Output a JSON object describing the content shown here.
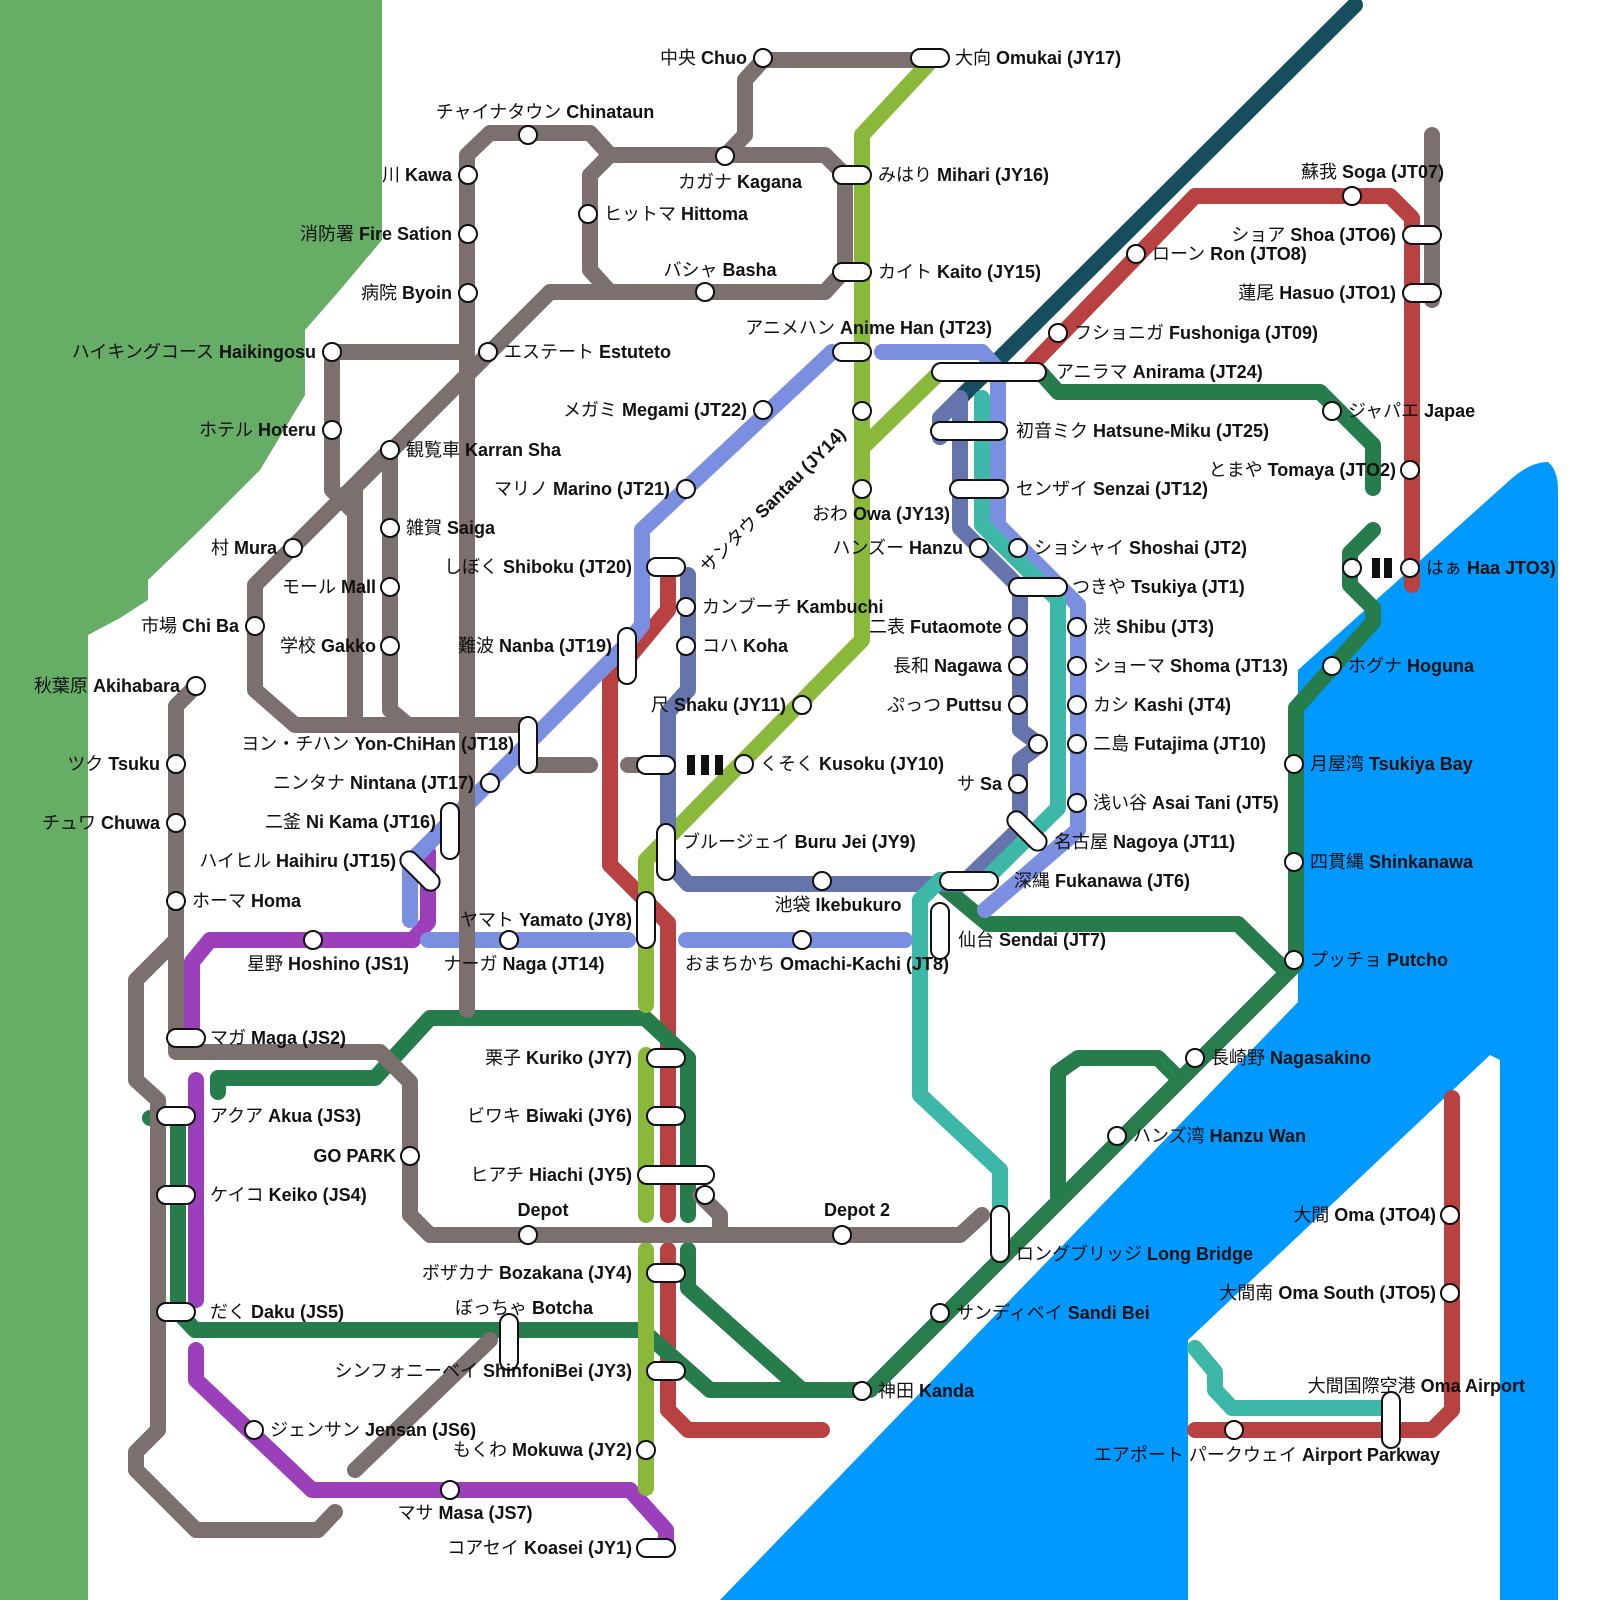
{
  "colors": {
    "land": "#66ad66",
    "water": "#0099ff",
    "brown": "#7b706d",
    "lime": "#8ab83b",
    "periwinkle": "#7b8fe0",
    "slate": "#6574ac",
    "teal": "#3db8a8",
    "red": "#b84242",
    "green": "#277c4c",
    "purple": "#9c3fbb",
    "navy": "#174e5f"
  },
  "stations": [
    {
      "jp": "中央",
      "en": "Chuo"
    },
    {
      "jp": "大向",
      "en": "Omukai (JY17)"
    },
    {
      "jp": "チャイナタウン",
      "en": "Chinataun"
    },
    {
      "jp": "川",
      "en": "Kawa"
    },
    {
      "jp": "カガナ",
      "en": "Kagana"
    },
    {
      "jp": "みはり",
      "en": "Mihari (JY16)"
    },
    {
      "jp": "ヒットマ",
      "en": "Hittoma"
    },
    {
      "jp": "消防署",
      "en": "Fire Sation"
    },
    {
      "jp": "バシャ",
      "en": "Basha"
    },
    {
      "jp": "カイト",
      "en": "Kaito (JY15)"
    },
    {
      "jp": "病院",
      "en": "Byoin"
    },
    {
      "jp": "アニメハン",
      "en": "Anime Han (JT23)"
    },
    {
      "jp": "ハイキングコース",
      "en": "Haikingosu"
    },
    {
      "jp": "エステート",
      "en": "Estuteto"
    },
    {
      "jp": "メガミ",
      "en": "Megami (JT22)"
    },
    {
      "jp": "ホテル",
      "en": "Hoteru"
    },
    {
      "jp": "観覧車",
      "en": "Karran Sha"
    },
    {
      "jp": "マリノ",
      "en": "Marino (JT21)"
    },
    {
      "jp": "サンタウ",
      "en": "Santau (JY14)"
    },
    {
      "jp": "おわ",
      "en": "Owa (JY13)"
    },
    {
      "jp": "雑賀",
      "en": "Saiga"
    },
    {
      "jp": "村",
      "en": "Mura"
    },
    {
      "jp": "しぼく",
      "en": "Shiboku (JT20)"
    },
    {
      "jp": "モール",
      "en": "Mall"
    },
    {
      "jp": "カンブーチ",
      "en": "Kambuchi"
    },
    {
      "jp": "市場",
      "en": "Chi Ba"
    },
    {
      "jp": "学校",
      "en": "Gakko"
    },
    {
      "jp": "難波",
      "en": "Nanba (JT19)"
    },
    {
      "jp": "コハ",
      "en": "Koha"
    },
    {
      "jp": "秋葉原",
      "en": "Akihabara"
    },
    {
      "jp": "尺",
      "en": "Shaku (JY11)"
    },
    {
      "jp": "ヨン・チハン",
      "en": "Yon-ChiHan (JT18)"
    },
    {
      "jp": "ツク",
      "en": "Tsuku"
    },
    {
      "jp": "くそく",
      "en": "Kusoku (JY10)"
    },
    {
      "jp": "ニンタナ",
      "en": "Nintana (JT17)"
    },
    {
      "jp": "チュワ",
      "en": "Chuwa"
    },
    {
      "jp": "二釜",
      "en": "Ni Kama (JT16)"
    },
    {
      "jp": "ブルージェイ",
      "en": "Buru Jei (JY9)"
    },
    {
      "jp": "ハイヒル",
      "en": "Haihiru (JT15)"
    },
    {
      "jp": "ホーマ",
      "en": "Homa"
    },
    {
      "jp": "池袋",
      "en": "Ikebukuro"
    },
    {
      "jp": "ヤマト",
      "en": "Yamato (JY8)"
    },
    {
      "jp": "星野",
      "en": "Hoshino (JS1)"
    },
    {
      "jp": "ナーガ",
      "en": "Naga (JT14)"
    },
    {
      "jp": "おまちかち",
      "en": "Omachi-Kachi (JT8)"
    },
    {
      "jp": "マガ",
      "en": "Maga (JS2)"
    },
    {
      "jp": "栗子",
      "en": "Kuriko (JY7)"
    },
    {
      "jp": "アクア",
      "en": "Akua (JS3)"
    },
    {
      "jp": "ビワキ",
      "en": "Biwaki (JY6)"
    },
    {
      "jp": "",
      "en": "GO PARK"
    },
    {
      "jp": "ヒアチ",
      "en": "Hiachi (JY5)"
    },
    {
      "jp": "ケイコ",
      "en": "Keiko (JS4)"
    },
    {
      "jp": "",
      "en": "Depot"
    },
    {
      "jp": "",
      "en": "Depot 2"
    },
    {
      "jp": "ボザカナ",
      "en": "Bozakana (JY4)"
    },
    {
      "jp": "ぼっちゃ",
      "en": "Botcha"
    },
    {
      "jp": "だく",
      "en": "Daku (JS5)"
    },
    {
      "jp": "シンフォニーベイ",
      "en": "ShinfoniBei (JY3)"
    },
    {
      "jp": "ジェンサン",
      "en": "Jensan (JS6)"
    },
    {
      "jp": "もくわ",
      "en": "Mokuwa (JY2)"
    },
    {
      "jp": "マサ",
      "en": "Masa (JS7)"
    },
    {
      "jp": "コアセイ",
      "en": "Koasei (JY1)"
    },
    {
      "jp": "神田",
      "en": "Kanda"
    },
    {
      "jp": "サンディベイ",
      "en": "Sandi Bei"
    },
    {
      "jp": "ロングブリッジ",
      "en": "Long Bridge"
    },
    {
      "jp": "ハンズ湾",
      "en": "Hanzu Wan"
    },
    {
      "jp": "長崎野",
      "en": "Nagasakino"
    },
    {
      "jp": "仙台",
      "en": "Sendai (JT7)"
    },
    {
      "jp": "深縄",
      "en": "Fukanawa (JT6)"
    },
    {
      "jp": "名古屋",
      "en": "Nagoya (JT11)"
    },
    {
      "jp": "浅い谷",
      "en": "Asai Tani (JT5)"
    },
    {
      "jp": "二島",
      "en": "Futajima (JT10)"
    },
    {
      "jp": "カシ",
      "en": "Kashi (JT4)"
    },
    {
      "jp": "ショーマ",
      "en": "Shoma (JT13)"
    },
    {
      "jp": "渋",
      "en": "Shibu (JT3)"
    },
    {
      "jp": "つきや",
      "en": "Tsukiya (JT1)"
    },
    {
      "jp": "ショシャイ",
      "en": "Shoshai (JT2)"
    },
    {
      "jp": "センザイ",
      "en": "Senzai (JT12)"
    },
    {
      "jp": "初音ミク",
      "en": "Hatsune-Miku (JT25)"
    },
    {
      "jp": "アニラマ",
      "en": "Anirama (JT24)"
    },
    {
      "jp": "フショニガ",
      "en": "Fushoniga (JT09)"
    },
    {
      "jp": "ハンズー",
      "en": "Hanzu"
    },
    {
      "jp": "二表",
      "en": "Futaomote"
    },
    {
      "jp": "長和",
      "en": "Nagawa"
    },
    {
      "jp": "ぷっつ",
      "en": "Puttsu"
    },
    {
      "jp": "サ",
      "en": "Sa"
    },
    {
      "jp": "蘇我",
      "en": "Soga (JT07)"
    },
    {
      "jp": "ショア",
      "en": "Shoa (JTO6)"
    },
    {
      "jp": "ローン",
      "en": "Ron (JTO8)"
    },
    {
      "jp": "蓮尾",
      "en": "Hasuo (JTO1)"
    },
    {
      "jp": "ジャパエ",
      "en": "Japae"
    },
    {
      "jp": "とまや",
      "en": "Tomaya (JTO2)"
    },
    {
      "jp": "はぁ",
      "en": "Haa JTO3)"
    },
    {
      "jp": "ホグナ",
      "en": "Hoguna"
    },
    {
      "jp": "月屋湾",
      "en": "Tsukiya Bay"
    },
    {
      "jp": "四貫縄",
      "en": "Shinkanawa"
    },
    {
      "jp": "プッチョ",
      "en": "Putcho"
    },
    {
      "jp": "大間",
      "en": "Oma (JTO4)"
    },
    {
      "jp": "大間南",
      "en": "Oma South (JTO5)"
    },
    {
      "jp": "大間国際空港",
      "en": "Oma Airport"
    },
    {
      "jp": "エアポート パークウェイ",
      "en": "Airport Parkway"
    }
  ]
}
